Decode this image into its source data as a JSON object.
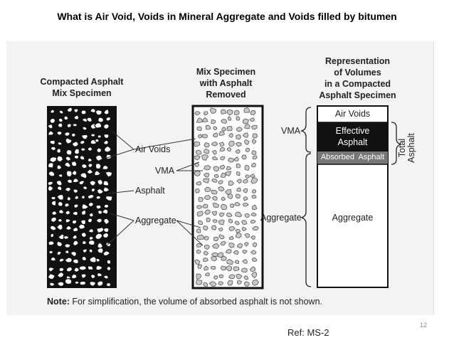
{
  "slide": {
    "title": "What is Air Void, Voids in Mineral Aggregate and Voids filled by bitumen",
    "slide_number": "12",
    "reference": "Ref: MS-2"
  },
  "figure": {
    "panel1": {
      "heading_line1": "Compacted Asphalt",
      "heading_line2": "Mix Specimen"
    },
    "panel2": {
      "heading_line1": "Mix Specimen",
      "heading_line2": "with Asphalt",
      "heading_line3": "Removed"
    },
    "panel3": {
      "heading_line1": "Representation",
      "heading_line2": "of Volumes",
      "heading_line3": "in a Compacted",
      "heading_line4": "Asphalt Specimen"
    },
    "callouts": {
      "air_voids": "Air Voids",
      "vma": "VMA",
      "asphalt": "Asphalt",
      "aggregate": "Aggregate"
    },
    "volume_bar": {
      "air_voids": "Air Voids",
      "effective_line1": "Effective",
      "effective_line2": "Asphalt",
      "absorbed": "Absorbed  Asphalt",
      "aggregate": "Aggregate"
    },
    "brace_labels": {
      "vma": "VMA",
      "aggregate": "Aggregate",
      "total_asphalt_line1": "Total",
      "total_asphalt_line2": "Asphalt"
    },
    "note_prefix": "Note:",
    "note_text": " For simplification, the volume of absorbed asphalt is not shown."
  },
  "colors": {
    "asphalt": "#111111",
    "aggregate_fill": "#c8c8c8",
    "absorbed": "#777777"
  }
}
